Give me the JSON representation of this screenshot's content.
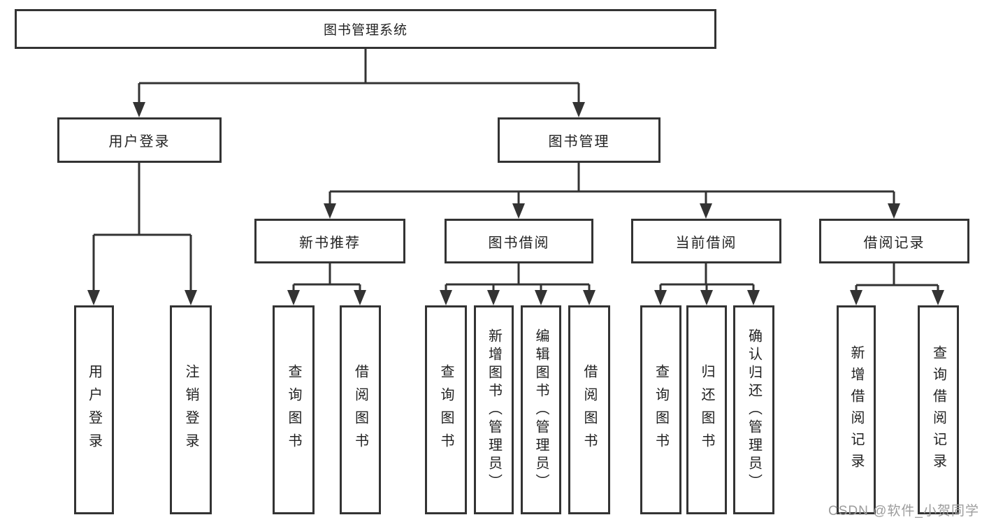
{
  "diagram": {
    "root": "图书管理系统",
    "branches": [
      {
        "label": "用户登录",
        "children": [
          "用户登录",
          "注销登录"
        ]
      },
      {
        "label": "图书管理",
        "groups": [
          {
            "label": "新书推荐",
            "children": [
              "查询图书",
              "借阅图书"
            ]
          },
          {
            "label": "图书借阅",
            "children": [
              "查询图书",
              "新增图书（管理员）",
              "编辑图书（管理员）",
              "借阅图书"
            ]
          },
          {
            "label": "当前借阅",
            "children": [
              "查询图书",
              "归还图书",
              "确认归还（管理员）"
            ]
          },
          {
            "label": "借阅记录",
            "children": [
              "新增借阅记录",
              "查询借阅记录"
            ]
          }
        ]
      }
    ]
  },
  "colors": {
    "line": "#333333",
    "box_border": "#333333",
    "text": "#222222",
    "watermark": "#9c9c9c",
    "background": "#ffffff"
  },
  "watermark": "CSDN @软件_小贺同学"
}
